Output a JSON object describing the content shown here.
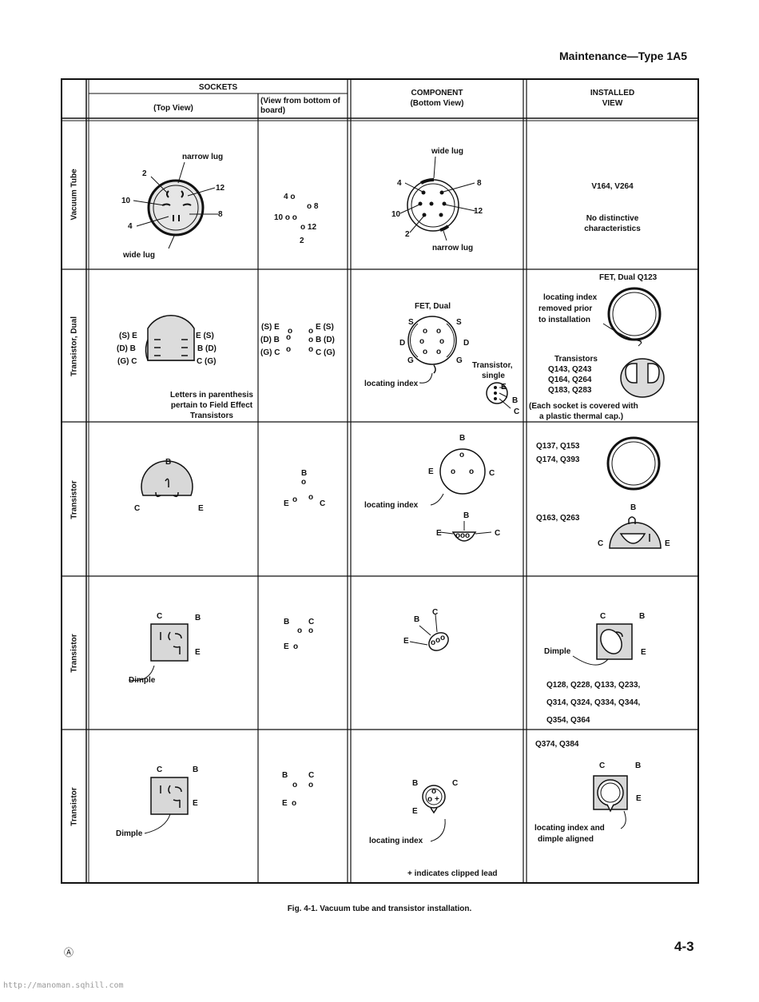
{
  "header": "Maintenance—Type 1A5",
  "table_headers": {
    "sockets": "SOCKETS",
    "top_view": "(Top View)",
    "bottom_view": "(View from bottom of board)",
    "component": "COMPONENT",
    "component_sub": "(Bottom View)",
    "installed": "INSTALLED",
    "installed_sub": "VIEW"
  },
  "rows": [
    {
      "label": "Vacuum Tube",
      "top": {
        "narrow_lug": "narrow lug",
        "wide_lug": "wide lug",
        "p2": "2",
        "p12": "12",
        "p10": "10",
        "p8": "8",
        "p4": "4"
      },
      "bottom": {
        "l1": "4 o",
        "l2": "o 8",
        "l3": "10 o o",
        "l4": "o 12",
        "l5": "2"
      },
      "component": {
        "wide_lug": "wide lug",
        "narrow_lug": "narrow lug",
        "p4": "4",
        "p8": "8",
        "p10": "10",
        "p12": "12",
        "p2": "2"
      },
      "installed": {
        "parts": "V164, V264",
        "note1": "No distinctive",
        "note2": "characteristics"
      }
    },
    {
      "label": "Transistor, Dual",
      "top": {
        "s_l": "(S) E",
        "d_l": "(D) B",
        "g_l": "(G) C",
        "s_r": "E (S)",
        "d_r": "B (D)",
        "g_r": "C (G)",
        "note1": "Letters in parenthesis",
        "note2": "pertain to Field Effect",
        "note3": "Transistors"
      },
      "bottom": {
        "l1": "(S) E",
        "l1b": "o",
        "l1c": "o",
        "l1d": "E (S)",
        "l2": "(D) B",
        "l2b": "o",
        "l2c": "o",
        "l2d": "B (D)",
        "l3": "(G) C",
        "l3b": "o",
        "l3c": "o",
        "l3d": "C (G)"
      },
      "component": {
        "fet_dual": "FET, Dual",
        "s": "S",
        "d": "D",
        "g": "G",
        "locating_index": "locating index",
        "single1": "Transistor,",
        "single2": "single",
        "e": "E",
        "b": "B",
        "c": "C"
      },
      "installed": {
        "fet_title": "FET, Dual  Q123",
        "idx1": "locating index",
        "idx2": "removed prior",
        "idx3": "to installation",
        "transistors": "Transistors",
        "q1": "Q143, Q243",
        "q2": "Q164, Q264",
        "q3": "Q183, Q283",
        "cap1": "(Each socket is covered with",
        "cap2": "a plastic thermal cap.)"
      }
    },
    {
      "label": "Transistor",
      "top": {
        "b": "B",
        "c": "C",
        "e": "E"
      },
      "bottom": {
        "b": "B",
        "o1": "o",
        "e": "E",
        "o2": "o",
        "o3": "o",
        "c": "C"
      },
      "component": {
        "b": "B",
        "e": "E",
        "c": "C",
        "locating_index": "locating index",
        "b2": "B",
        "e2": "E",
        "c2": "C"
      },
      "installed": {
        "q1": "Q137, Q153",
        "q2": "Q174, Q393",
        "q3": "Q163, Q263",
        "b": "B",
        "c": "C",
        "e": "E"
      }
    },
    {
      "label": "Transistor",
      "top": {
        "c": "C",
        "b": "B",
        "e": "E",
        "dimple": "Dimple"
      },
      "bottom": {
        "b": "B",
        "c": "C",
        "o1": "o",
        "o2": "o",
        "e": "E",
        "o3": "o"
      },
      "component": {
        "c": "C",
        "b": "B",
        "e": "E"
      },
      "installed": {
        "c": "C",
        "b": "B",
        "e": "E",
        "dimple": "Dimple",
        "q1": "Q128, Q228, Q133, Q233,",
        "q2": "Q314, Q324, Q334, Q344,",
        "q3": "Q354, Q364"
      }
    },
    {
      "label": "Transistor",
      "top": {
        "c": "C",
        "b": "B",
        "e": "E",
        "dimple": "Dimple"
      },
      "bottom": {
        "b": "B",
        "c": "C",
        "o1": "o",
        "o2": "o",
        "e": "E",
        "o3": "o"
      },
      "component": {
        "b": "B",
        "c": "C",
        "e": "E",
        "locating_index": "locating index"
      },
      "installed": {
        "parts": "Q374, Q384",
        "c": "C",
        "b": "B",
        "e": "E",
        "idx1": "locating index and",
        "idx2": "dimple aligned"
      }
    }
  ],
  "clipped_note": "+ indicates clipped lead",
  "caption": "Fig. 4-1. Vacuum tube and transistor installation.",
  "page_number": "4-3",
  "mark": "Ⓐ",
  "url": "http://manoman.sqhill.com"
}
